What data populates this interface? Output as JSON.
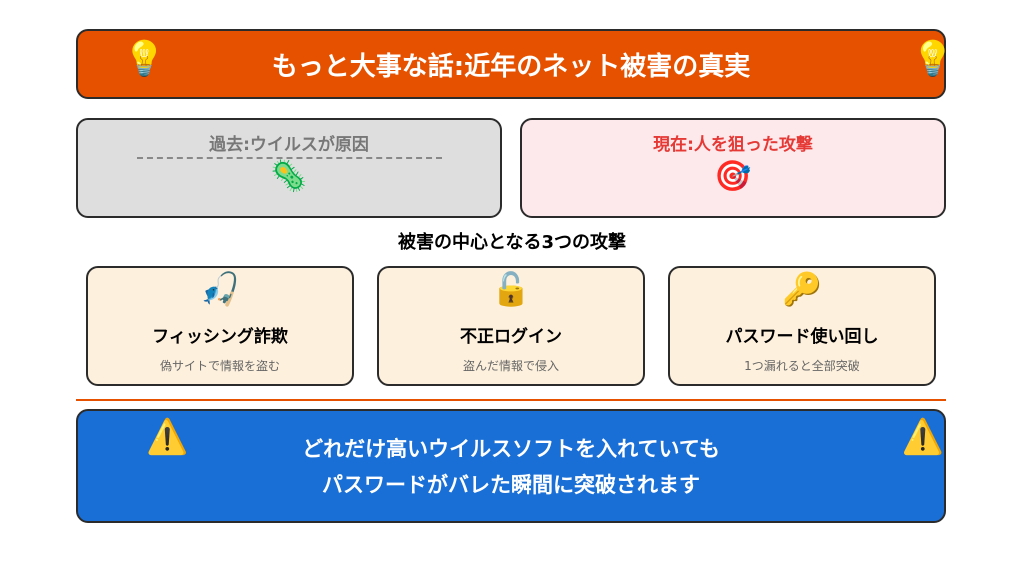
{
  "title": "もっと大事な話:近年のネット被害の真実",
  "past": {
    "label": "過去:ウイルスが原因"
  },
  "now": {
    "label": "現在:人を狙った攻撃"
  },
  "subheading": "被害の中心となる3つの攻撃",
  "cards": [
    {
      "title": "フィッシング詐欺",
      "desc": "偽サイトで情報を盗む"
    },
    {
      "title": "不正ログイン",
      "desc": "盗んだ情報で侵入"
    },
    {
      "title": "パスワード使い回し",
      "desc": "1つ漏れると全部突破"
    }
  ],
  "warning": {
    "line1": "どれだけ高いウイルスソフトを入れていても",
    "line2": "パスワードがバレた瞬間に突破されます"
  }
}
